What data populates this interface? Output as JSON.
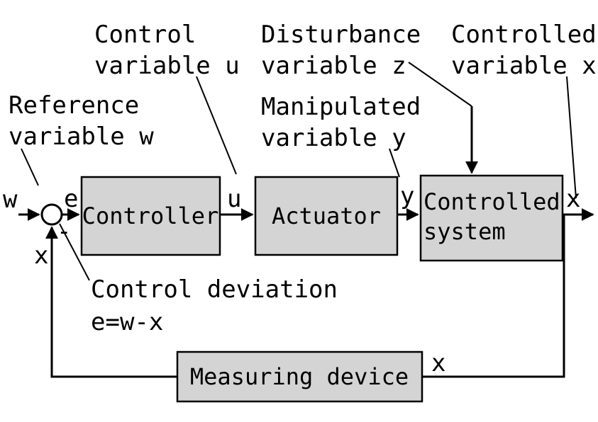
{
  "colors": {
    "background": "#ffffff",
    "block_fill": "#d4d4d4",
    "stroke": "#000000"
  },
  "annotations": {
    "reference_variable": {
      "line1": "Reference",
      "line2": "variable w"
    },
    "control_variable": {
      "line1": "Control",
      "line2": "variable u"
    },
    "disturbance_variable": {
      "line1": "Disturbance",
      "line2": "variable z"
    },
    "controlled_variable": {
      "line1": "Controlled",
      "line2": "variable x"
    },
    "manipulated_variable": {
      "line1": "Manipulated",
      "line2": "variable y"
    },
    "control_deviation": {
      "line1": "Control deviation",
      "line2": "e=w-x"
    }
  },
  "blocks": {
    "controller": {
      "label": "Controller"
    },
    "actuator": {
      "label": "Actuator"
    },
    "controlled_system": {
      "label_line1": "Controlled",
      "label_line2": "system"
    },
    "measuring_device": {
      "label": "Measuring device"
    }
  },
  "signals": {
    "reference": "w",
    "error": "e",
    "minus": "-",
    "control": "u",
    "manipulated": "y",
    "output": "x",
    "feedback_left": "x",
    "measured": "x"
  }
}
